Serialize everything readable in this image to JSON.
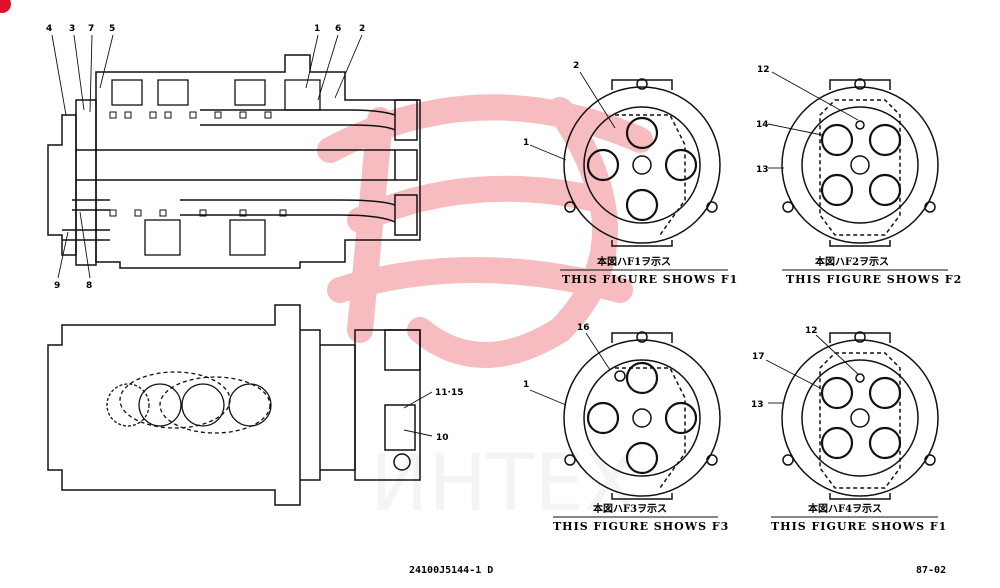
{
  "side_view_labels": {
    "l4": "4",
    "l3": "3",
    "l7": "7",
    "l5": "5",
    "l1": "1",
    "l6": "6",
    "l2": "2",
    "l9": "9",
    "l8": "8"
  },
  "bottom_view_labels": {
    "l11_15": "11·15",
    "l10": "10"
  },
  "f1": {
    "jp": "本図ハF1ヲ示ス",
    "en": "THIS FIGURE SHOWS F1",
    "labels": {
      "a": "2",
      "b": "1"
    }
  },
  "f2": {
    "jp": "本図ハF2ヲ示ス",
    "en": "THIS FIGURE SHOWS F2",
    "labels": {
      "a": "12",
      "b": "14",
      "c": "13"
    }
  },
  "f3": {
    "jp": "本図ハF3ヲ示ス",
    "en": "THIS FIGURE SHOWS F3",
    "labels": {
      "a": "16",
      "b": "1"
    }
  },
  "f4": {
    "jp": "本図ハF4ヲ示ス",
    "en": "THIS FIGURE SHOWS F1",
    "labels": {
      "a": "12",
      "b": "17",
      "c": "13"
    }
  },
  "footer": {
    "drawing_no": "24100J5144-1 D",
    "page": "87-02"
  },
  "watermark": {
    "text": "ИНТЕХ",
    "color": "#e8434b"
  },
  "colors": {
    "line": "#111111",
    "corner_mark": "#e0102a"
  }
}
